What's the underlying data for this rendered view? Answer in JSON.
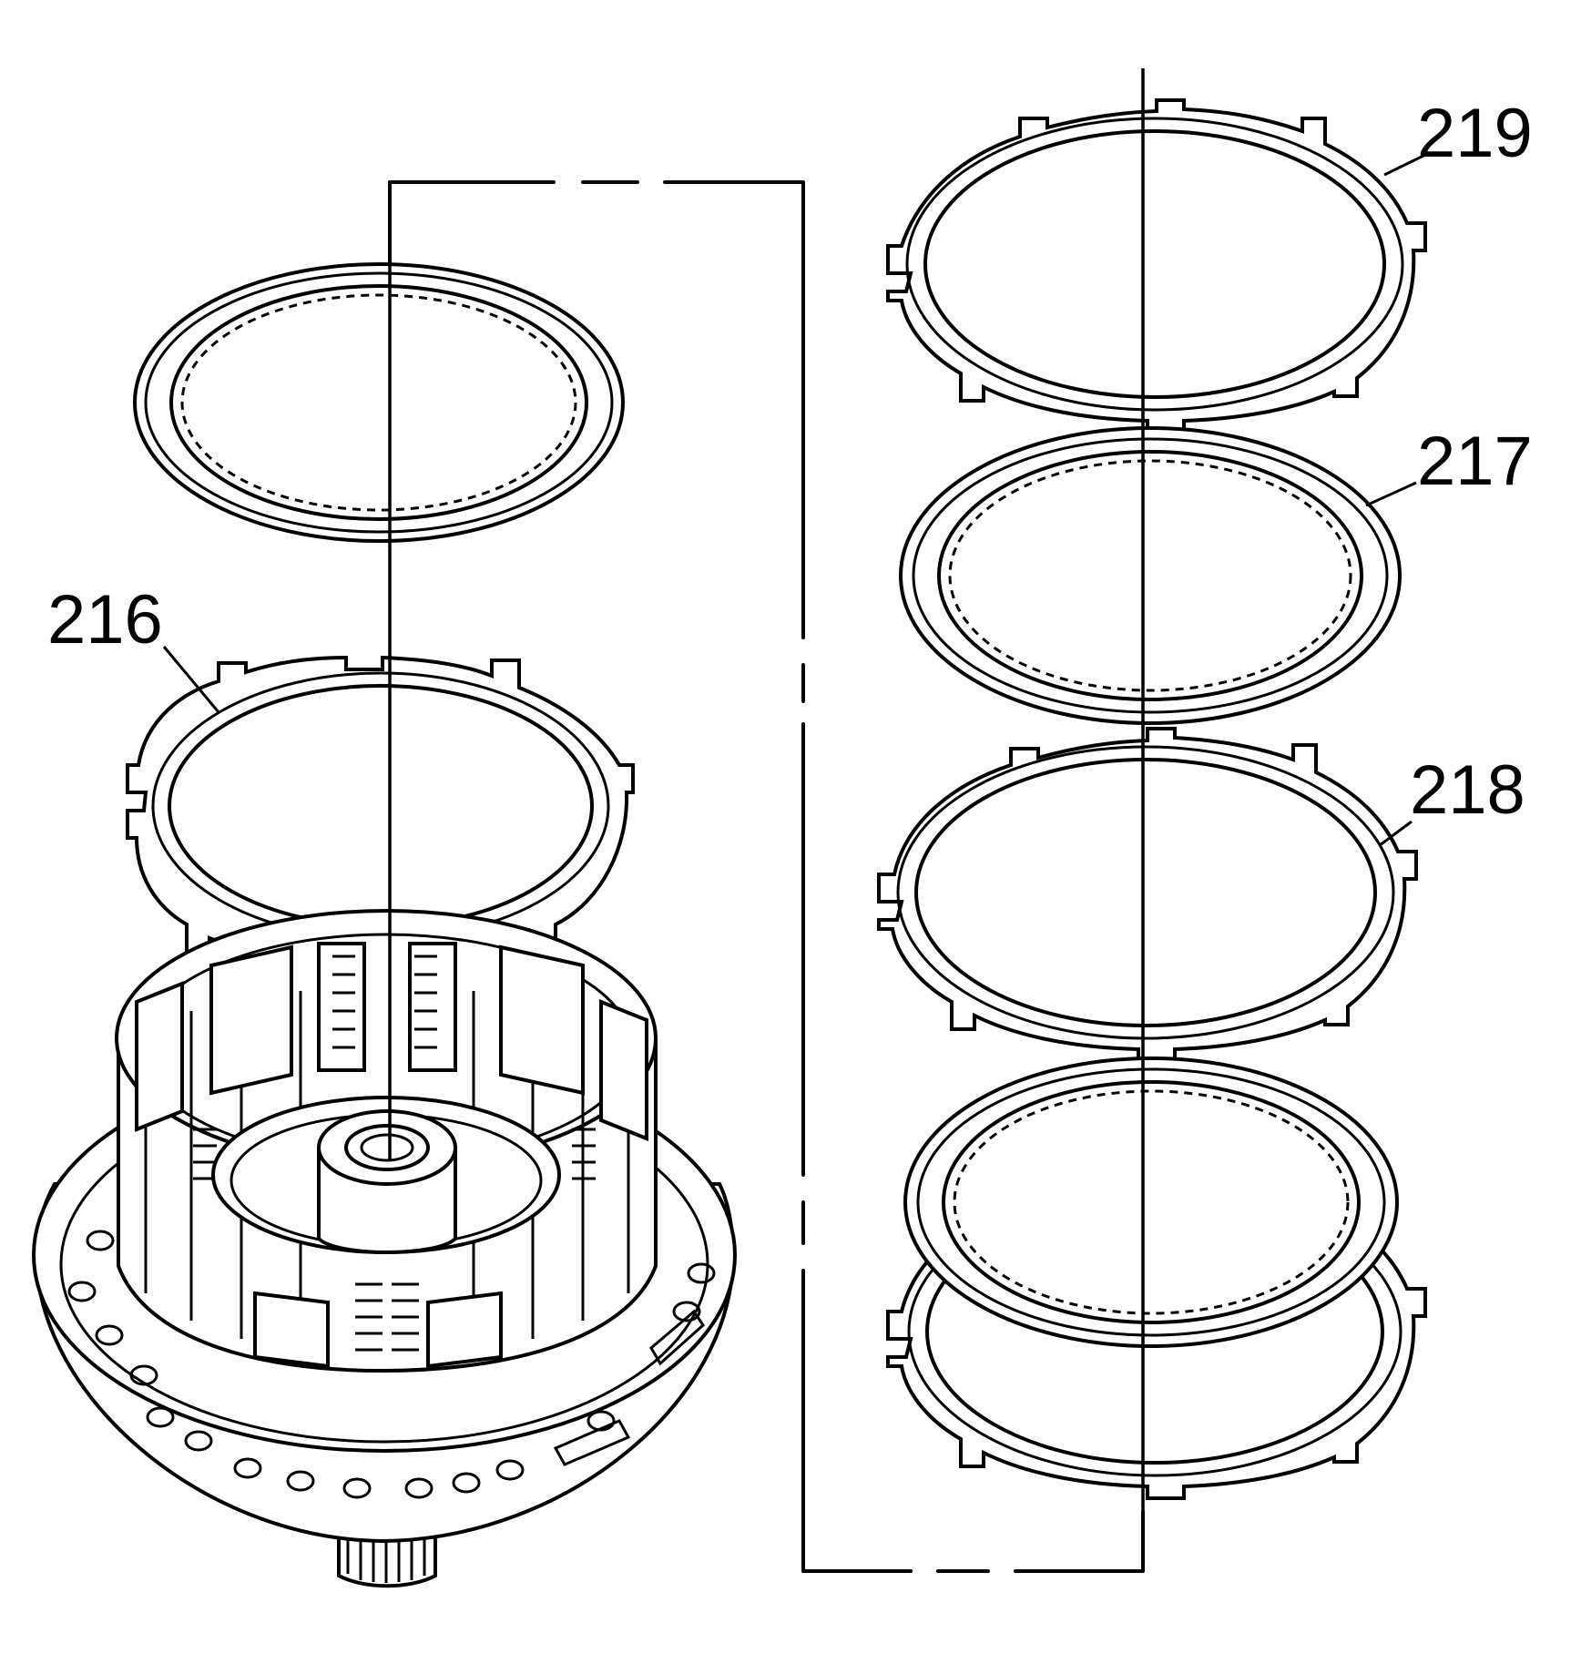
{
  "callouts": {
    "c216": "216",
    "c217": "217",
    "c218": "218",
    "c219": "219"
  },
  "colors": {
    "line": "#000000",
    "background": "#ffffff"
  }
}
